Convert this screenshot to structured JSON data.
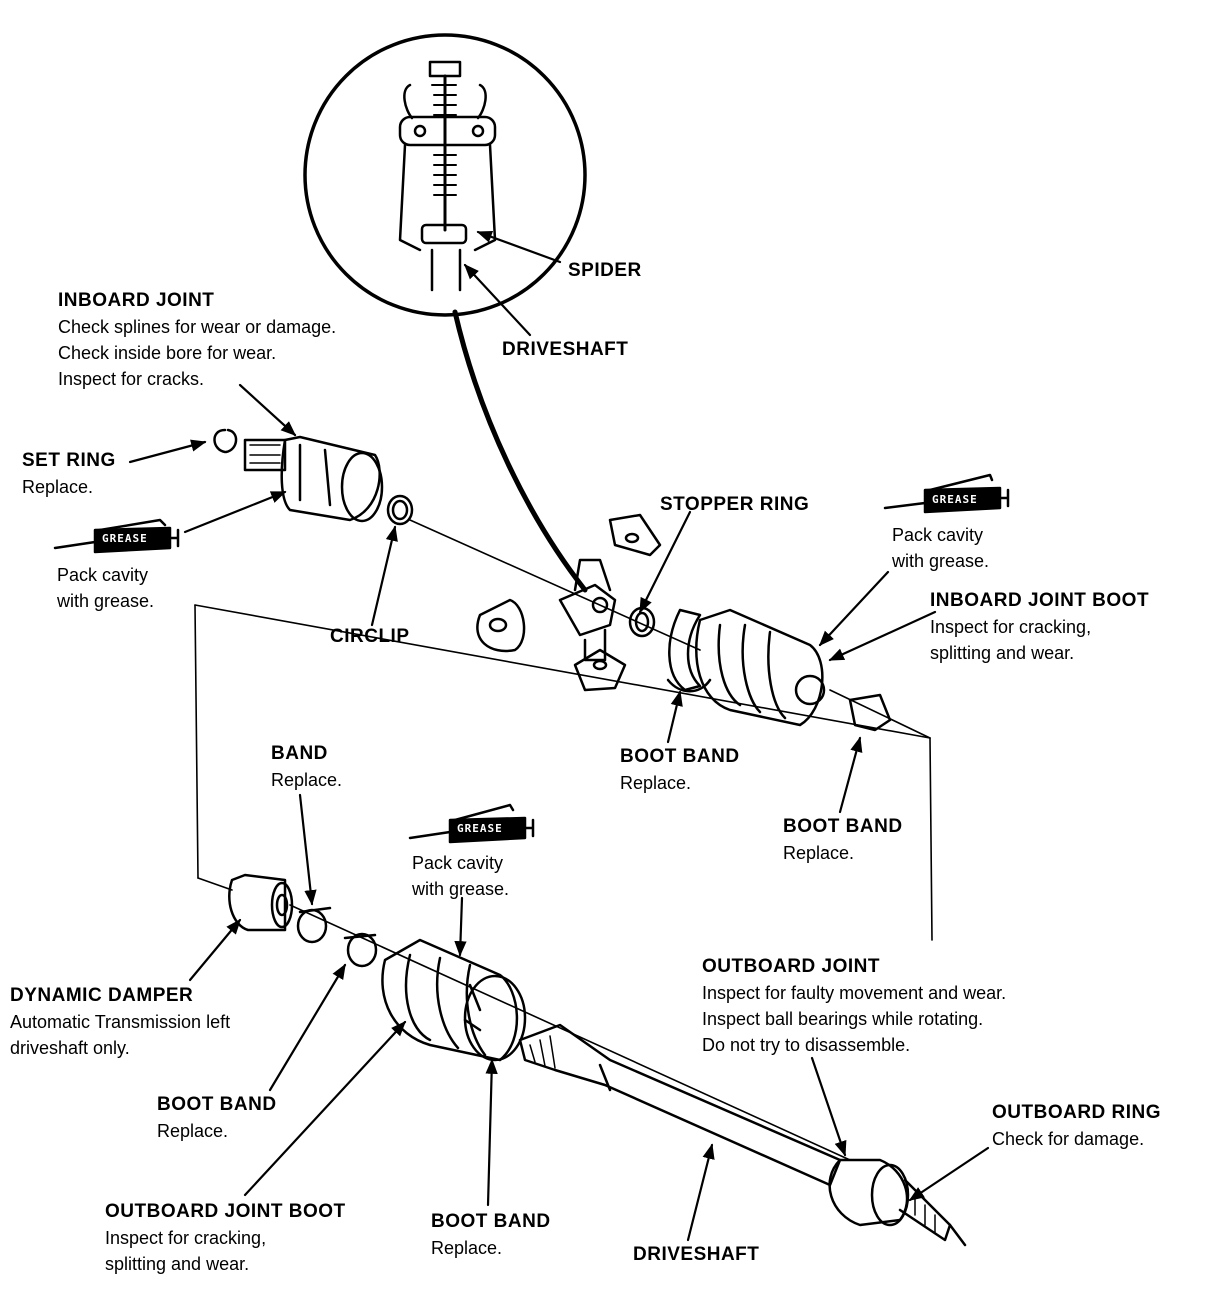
{
  "labels": {
    "spider": {
      "title": "SPIDER"
    },
    "driveshaft_top": {
      "title": "DRIVESHAFT"
    },
    "inboard_joint": {
      "title": "INBOARD JOINT",
      "lines": [
        "Check splines for wear or damage.",
        "Check inside bore for wear.",
        "Inspect for cracks."
      ]
    },
    "set_ring": {
      "title": "SET RING",
      "lines": [
        "Replace."
      ]
    },
    "grease_left": {
      "lines": [
        "Pack cavity",
        "with grease."
      ]
    },
    "circlip": {
      "title": "CIRCLIP"
    },
    "stopper_ring": {
      "title": "STOPPER RING"
    },
    "grease_right": {
      "lines": [
        "Pack cavity",
        "with grease."
      ]
    },
    "inboard_joint_boot": {
      "title": "INBOARD JOINT BOOT",
      "lines": [
        "Inspect for cracking,",
        "splitting and wear."
      ]
    },
    "boot_band_mid": {
      "title": "BOOT BAND",
      "lines": [
        "Replace."
      ]
    },
    "boot_band_right": {
      "title": "BOOT BAND",
      "lines": [
        "Replace."
      ]
    },
    "band": {
      "title": "BAND",
      "lines": [
        "Replace."
      ]
    },
    "grease_mid": {
      "lines": [
        "Pack cavity",
        "with grease."
      ]
    },
    "outboard_joint": {
      "title": "OUTBOARD JOINT",
      "lines": [
        "Inspect for faulty movement and wear.",
        "Inspect ball bearings while rotating.",
        "Do not try to disassemble."
      ]
    },
    "dynamic_damper": {
      "title": "DYNAMIC DAMPER",
      "lines": [
        "Automatic Transmission left",
        "driveshaft only."
      ]
    },
    "boot_band_lower": {
      "title": "BOOT BAND",
      "lines": [
        "Replace."
      ]
    },
    "outboard_ring": {
      "title": "OUTBOARD RING",
      "lines": [
        "Check for damage."
      ]
    },
    "outboard_joint_boot": {
      "title": "OUTBOARD JOINT BOOT",
      "lines": [
        "Inspect for cracking,",
        "splitting and wear."
      ]
    },
    "boot_band_bottom": {
      "title": "BOOT BAND",
      "lines": [
        "Replace."
      ]
    },
    "driveshaft_bottom": {
      "title": "DRIVESHAFT"
    }
  },
  "grease_tag": "GREASE"
}
